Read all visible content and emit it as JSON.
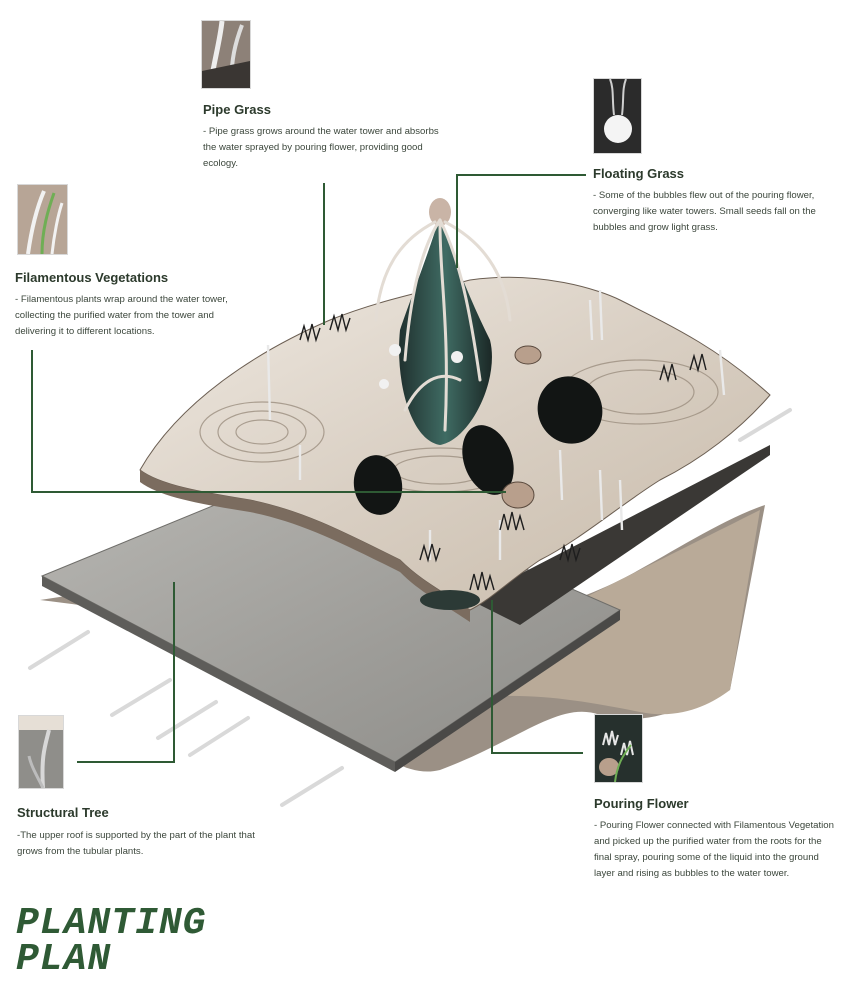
{
  "annotations": {
    "pipe_grass": {
      "title": "Pipe Grass",
      "body": "- Pipe grass grows around the water tower and absorbs the water sprayed by pouring flower, providing good ecology."
    },
    "floating_grass": {
      "title": "Floating Grass",
      "body": "- Some of the bubbles flew out of the pouring flower, converging like water towers.  Small seeds fall on the bubbles and grow light grass."
    },
    "filamentous_vegetations": {
      "title": "Filamentous Vegetations",
      "body": "- Filamentous plants wrap around the water tower, collecting the purified water from the tower and delivering it to different locations."
    },
    "structural_tree": {
      "title": "Structural Tree",
      "body": "-The upper roof is supported by the part of the plant that grows from the tubular plants."
    },
    "pouring_flower": {
      "title": "Pouring Flower",
      "body": "- Pouring Flower connected with Filamentous Vegetation and picked up the purified water from the roots for the final spray, pouring some of the liquid into the ground layer and rising as bubbles to the water tower."
    }
  },
  "plan_title": {
    "line1": "PLANTING",
    "line2": "PLAN"
  },
  "colors": {
    "accent_green": "#2f5a35",
    "leader_green": "#2e5a34",
    "text": "#3b463b",
    "concrete": "#a3a29e",
    "marble": "#e9e3da",
    "dark_water": "#1a2a28"
  }
}
